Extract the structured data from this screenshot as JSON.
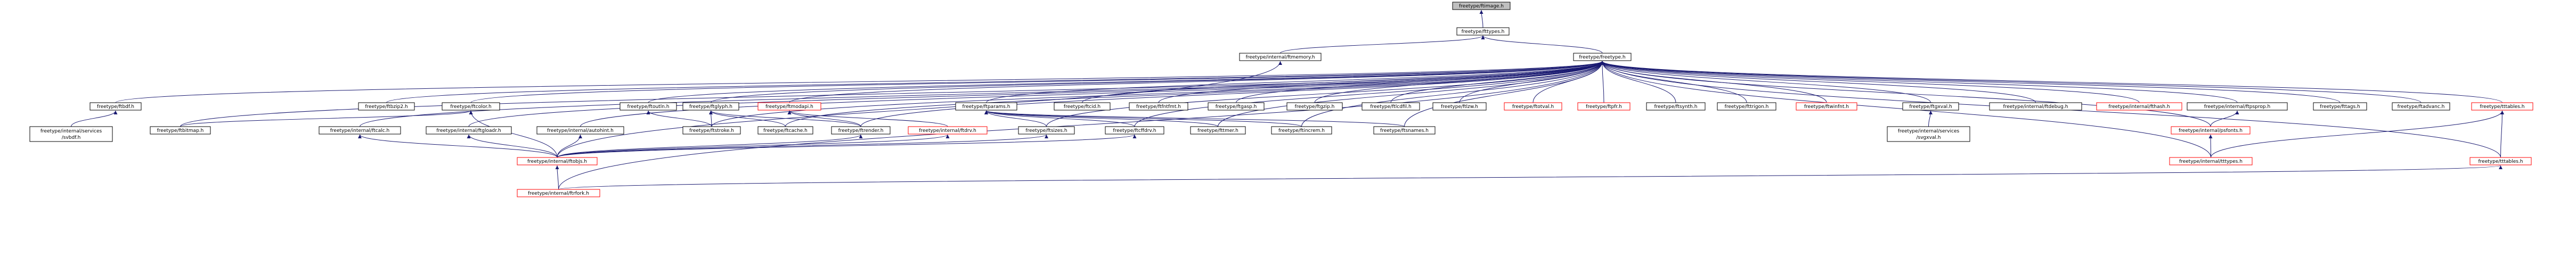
{
  "colors": {
    "edge": "#191970",
    "node_border": "#000000",
    "node_border_missing": "#ff0000",
    "node_fill": "#ffffff",
    "root_fill": "#bfbfbf",
    "text": "#000000"
  },
  "nodes": {
    "ftimage_h": "freetype/ftimage.h",
    "fttypes_h": "freetype/fttypes.h",
    "internal_ftmemory_h": "freetype/internal/ftmemory.h",
    "freetype_h": "freetype/freetype.h",
    "ftbdf_h": "freetype/ftbdf.h",
    "ftbzip2_h": "freetype/ftbzip2.h",
    "ftcolor_h": "freetype/ftcolor.h",
    "ftoutln_h": "freetype/ftoutln.h",
    "ftglyph_h": "freetype/ftglyph.h",
    "ftmodapi_h": "freetype/ftmodapi.h",
    "ftparams_h": "freetype/ftparams.h",
    "ftcid_h": "freetype/ftcid.h",
    "ftfntfmt_h": "freetype/ftfntfmt.h",
    "ftgasp_h": "freetype/ftgasp.h",
    "ftgzip_h": "freetype/ftgzip.h",
    "ftlcdfil_h": "freetype/ftlcdfil.h",
    "ftlzw_h": "freetype/ftlzw.h",
    "ftotval_h": "freetype/ftotval.h",
    "ftpfr_h": "freetype/ftpfr.h",
    "ftsynth_h": "freetype/ftsynth.h",
    "fttrigon_h": "freetype/fttrigon.h",
    "ftwinfnt_h": "freetype/ftwinfnt.h",
    "ftgxval_h": "freetype/ftgxval.h",
    "internal_ftdebug_h": "freetype/internal/ftdebug.h",
    "internal_fthash_h": "freetype/internal/fthash.h",
    "internal_ftpsprop_h": "freetype/internal/ftpsprop.h",
    "fttags_h": "freetype/fttags.h",
    "ftadvanc_h": "freetype/ftadvanc.h",
    "tttables_h": "freetype/tttables.h",
    "services_svbdf_h": [
      "freetype/internal/services",
      "/svbdf.h"
    ],
    "ftbitmap_h": "freetype/ftbitmap.h",
    "internal_ftcalc_h": "freetype/internal/ftcalc.h",
    "internal_ftgloadr_h": "freetype/internal/ftgloadr.h",
    "internal_autohint_h": "freetype/internal/autohint.h",
    "ftstroke_h": "freetype/ftstroke.h",
    "ftcache_h": "freetype/ftcache.h",
    "ftrender_h": "freetype/ftrender.h",
    "internal_ftdrv_h": "freetype/internal/ftdrv.h",
    "ftsizes_h": "freetype/ftsizes.h",
    "ftcffdrv_h": "freetype/ftcffdrv.h",
    "fttmer_h": "freetype/fttmer.h",
    "ftincrem_h": "freetype/ftincrem.h",
    "ftsnames_h": "freetype/ftsnames.h",
    "services_svgxval_h": [
      "freetype/internal/services",
      "/svgxval.h"
    ],
    "internal_psfonts_h": "freetype/internal/psfonts.h",
    "internal_ftobjs_h": "freetype/internal/ftobjs.h",
    "internal_tttypes_h": "freetype/internal/tttypes.h",
    "tttables2_h": "freetype/tttables.h",
    "internal_ftrfork_h": "freetype/internal/ftrfork.h"
  }
}
